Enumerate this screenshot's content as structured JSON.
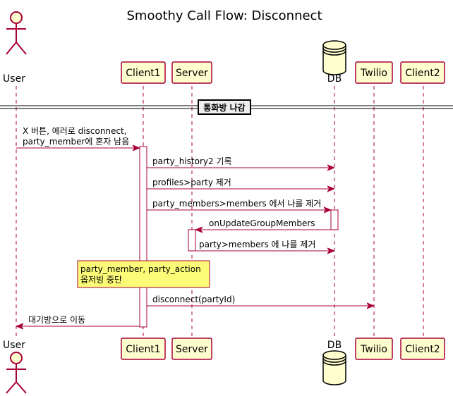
{
  "title": "Smoothy Call Flow: Disconnect",
  "participants": {
    "user": "User",
    "client1": "Client1",
    "server": "Server",
    "db": "DB",
    "twilio": "Twilio",
    "client2": "Client2"
  },
  "divider": "통화방 나감",
  "messages": {
    "m1_line1": "X 버튼, 에러로 disconnect,",
    "m1_line2": "party_member에 혼자 남음",
    "m2": "party_history2 기록",
    "m3": "profiles>party 제거",
    "m4": "party_members>members 에서 나를 제거",
    "m5": "onUpdateGroupMembers",
    "m6": "party>members 에 나를 제거",
    "m7": "disconnect(partyId)",
    "m8": "대기방으로 이동"
  },
  "note": {
    "line1": "party_member, party_action",
    "line2": "옵저빙 중단"
  },
  "colors": {
    "border": "#A80036",
    "participant_fill": "#FEFECE",
    "note_fill": "#FBFB77",
    "divider_fill": "#EEEEEE"
  }
}
